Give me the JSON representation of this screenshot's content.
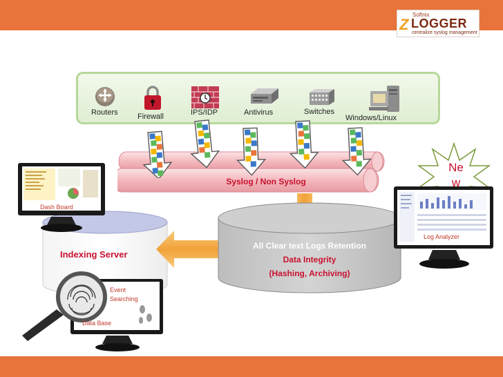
{
  "header": {
    "brand_small": "Softnix",
    "brand_main": "LOGGER",
    "brand_tagline": "centralize syslog management"
  },
  "devices": [
    {
      "label": "Routers",
      "icon": "router-icon"
    },
    {
      "label": "Firewall",
      "icon": "lock-icon"
    },
    {
      "label": "IPS/IDP",
      "icon": "firewall-icon"
    },
    {
      "label": "Antivirus",
      "icon": "server-icon"
    },
    {
      "label": "Switches",
      "icon": "switch-icon"
    },
    {
      "label": "Windows/Linux",
      "icon": "computer-icon"
    }
  ],
  "pipeline": {
    "tube_label": "Syslog / Non Syslog"
  },
  "storage": {
    "line1": "All Clear text Logs Retention",
    "line2": "Data Integrity",
    "line3": "(Hashing, Archiving)"
  },
  "indexing": {
    "label": "Indexing Server",
    "event_line1": "Event",
    "event_line2": "Searching"
  },
  "monitors": {
    "dashboard": "Dash Board",
    "database": "Data Base",
    "analyzer": "Log Analyzer"
  },
  "badge": {
    "line1": "Ne",
    "line2": "w"
  },
  "colors": {
    "band": "#e8743b",
    "accent_red": "#c8102e",
    "panel_border": "#b7d79a",
    "tube": "#f4c0c4",
    "db_grey": "#cfcfcf"
  }
}
